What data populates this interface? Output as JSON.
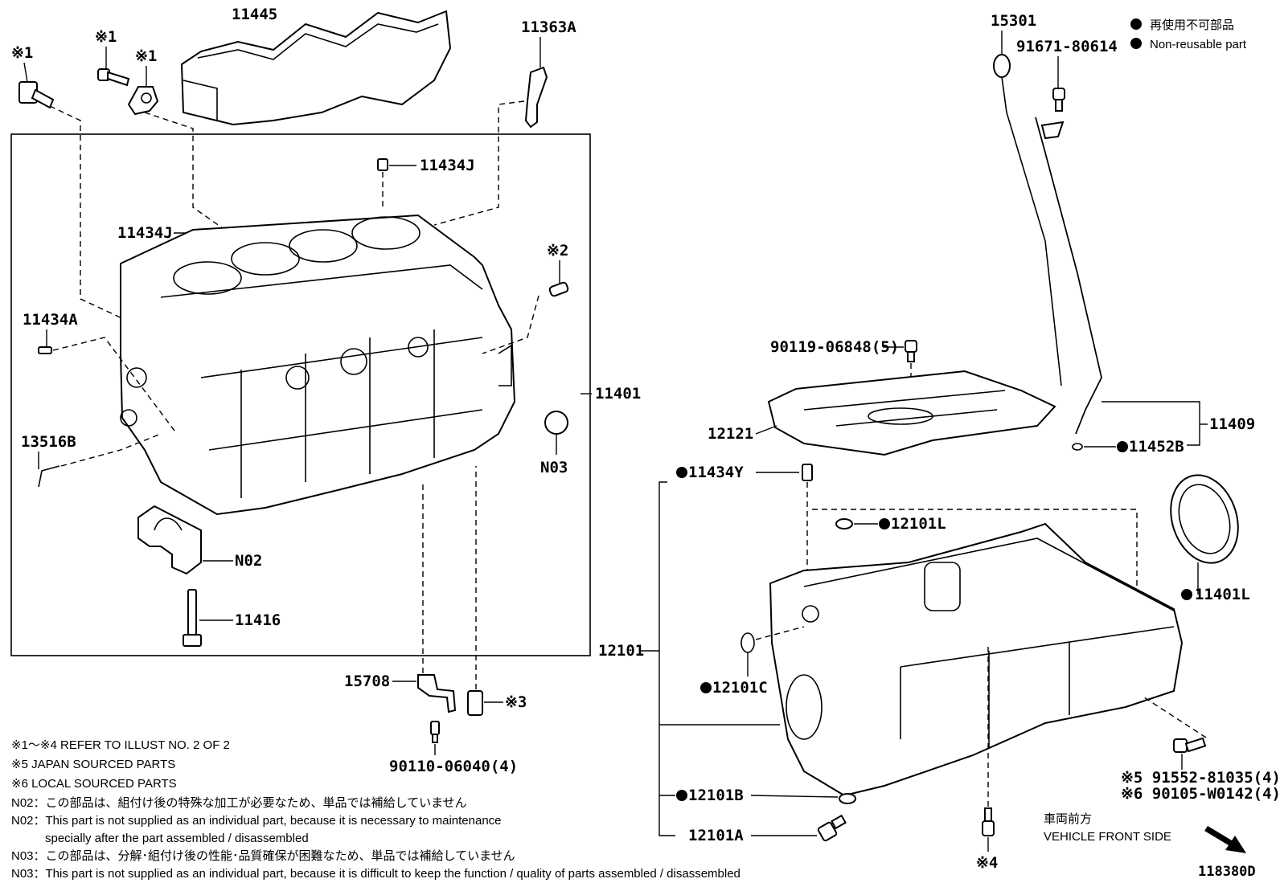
{
  "legend": {
    "non_reusable_jp": "再使用不可部品",
    "non_reusable_en": "Non-reusable part"
  },
  "labels": {
    "p11445": "11445",
    "p11363A": "11363A",
    "mark1a": "※1",
    "mark1b": "※1",
    "mark1c": "※1",
    "p11434J_top": "11434J",
    "p11434J_left": "11434J",
    "mark2": "※2",
    "p11434A": "11434A",
    "p13516B": "13516B",
    "p11401": "11401",
    "pN03": "N03",
    "pN02": "N02",
    "p11416": "11416",
    "p15708": "15708",
    "mark3": "※3",
    "p90110": "90110-06040(4)",
    "p15301": "15301",
    "p91671": "91671-80614",
    "p90119": "90119-06848(5)",
    "p12121": "12121",
    "p11409": "11409",
    "p11452B": "11452B",
    "p11434Y": "11434Y",
    "p12101L": "12101L",
    "p11401L": "11401L",
    "p12101": "12101",
    "p12101C": "12101C",
    "p12101B": "12101B",
    "p12101A": "12101A",
    "p91552": "※5 91552-81035(4)",
    "p90105": "※6 90105-W0142(4)",
    "mark4": "※4",
    "front_jp": "車両前方",
    "front_en": "VEHICLE FRONT SIDE",
    "illust_no": "118380D"
  },
  "notes": {
    "n1": "※1～※4  REFER TO ILLUST NO. 2 OF 2",
    "n2": "※5 JAPAN SOURCED PARTS",
    "n3": "※6 LOCAL SOURCED PARTS",
    "n4": "N02：この部品は、組付け後の特殊な加工が必要なため、単品では補給していません",
    "n5": "N02：This part is not supplied as an individual part, because it is necessary to maintenance",
    "n6": "specially after the part assembled / disassembled",
    "n7": "N03：この部品は、分解･組付け後の性能･品質確保が困難なため、単品では補給していません",
    "n8": "N03：This part is not supplied as an individual part, because it is difficult to keep the function / quality of parts  assembled / disassembled"
  }
}
